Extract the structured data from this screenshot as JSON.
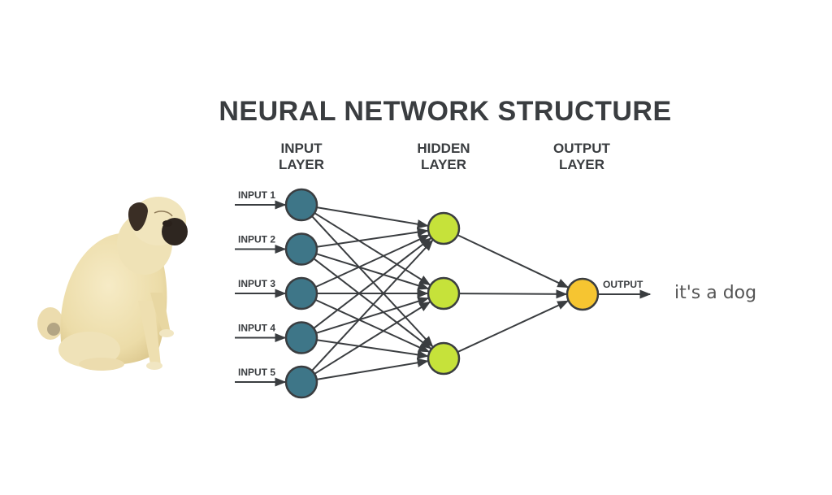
{
  "title": "NEURAL NETWORK STRUCTURE",
  "layers": {
    "input": {
      "label_line1": "INPUT",
      "label_line2": "LAYER",
      "color": "#3e7688"
    },
    "hidden": {
      "label_line1": "HIDDEN",
      "label_line2": "LAYER",
      "color": "#c6e23a"
    },
    "output": {
      "label_line1": "OUTPUT",
      "label_line2": "LAYER",
      "color": "#f6c531"
    }
  },
  "inputs": [
    "INPUT 1",
    "INPUT 2",
    "INPUT 3",
    "INPUT 4",
    "INPUT 5"
  ],
  "hidden_count": 3,
  "output_label": "OUTPUT",
  "result_text": "it's a dog",
  "image": {
    "subject": "pug-dog"
  },
  "colors": {
    "text": "#3a3d40",
    "line": "#3a3d40"
  }
}
